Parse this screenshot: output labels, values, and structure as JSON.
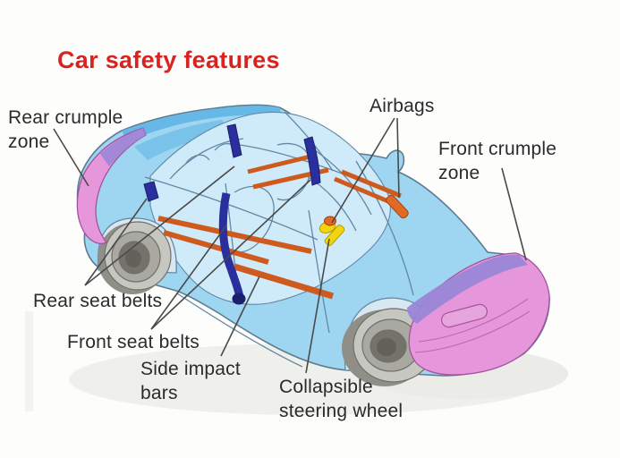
{
  "title": {
    "text": "Car safety features"
  },
  "labels": {
    "rear_crumple_zone": "Rear crumple zone",
    "airbags": "Airbags",
    "front_crumple_zone": "Front crumple zone",
    "rear_seat_belts": "Rear seat belts",
    "front_seat_belts": "Front seat belts",
    "side_impact_bars": "Side impact bars",
    "collapsible_steering_wheel": "Collapsible steering wheel"
  },
  "diagram": {
    "subject": "cutaway car illustration showing safety features",
    "features_shown": [
      "Rear crumple zone",
      "Airbags",
      "Front crumple zone",
      "Rear seat belts",
      "Front seat belts",
      "Side impact bars",
      "Collapsible steering wheel"
    ]
  },
  "colors": {
    "title_red": "#d82421",
    "body_blue": "#9ed5f1",
    "cabin_blue": "#cfeaf8",
    "deck_blue": "#5fb5e5",
    "crumple_pink": "#e697dc",
    "crumple_purple": "#9a86d6",
    "belt_navy": "#2b2f9e",
    "bar_orange": "#cf5a1e",
    "airbag_orange": "#e06a25",
    "steering_yellow": "#f2d50e",
    "wheel_grey": "#c7c7c1",
    "label_text": "#2b2b2b",
    "leader_line": "#4a4a4a"
  }
}
